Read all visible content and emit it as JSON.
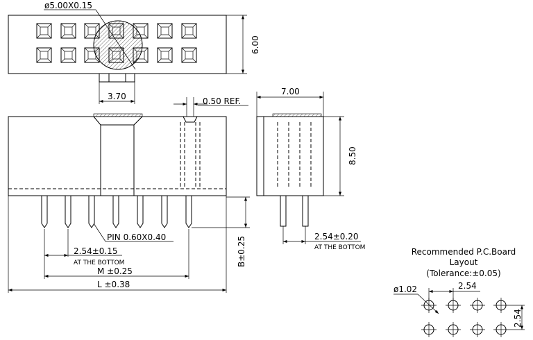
{
  "top_view": {
    "diameter_label": "ø5.00X0.15",
    "height_label": "6.00",
    "tab_label": "3.70"
  },
  "front_view": {
    "ref_label": "0.50  REF.",
    "pin_label": "PIN  0.60X0.40",
    "pitch_label": "2.54±0.15",
    "pitch_note": "AT THE BOTTOM",
    "m_label": "M  ±0.25",
    "l_label": "L  ±0.38",
    "b_label": "B±0.25"
  },
  "side_view": {
    "width_label": "7.00",
    "height_label": "8.50",
    "pitch_label": "2.54±0.20",
    "pitch_note": "AT THE BOTTOM"
  },
  "pcb_layout": {
    "title_line1": "Recommended  P.C.Board",
    "title_line2": "Layout",
    "title_line3": "(Tolerance:±0.05)",
    "hole_label": "ø1.02",
    "h_pitch_label": "2.54",
    "v_pitch_label": "2.54"
  }
}
